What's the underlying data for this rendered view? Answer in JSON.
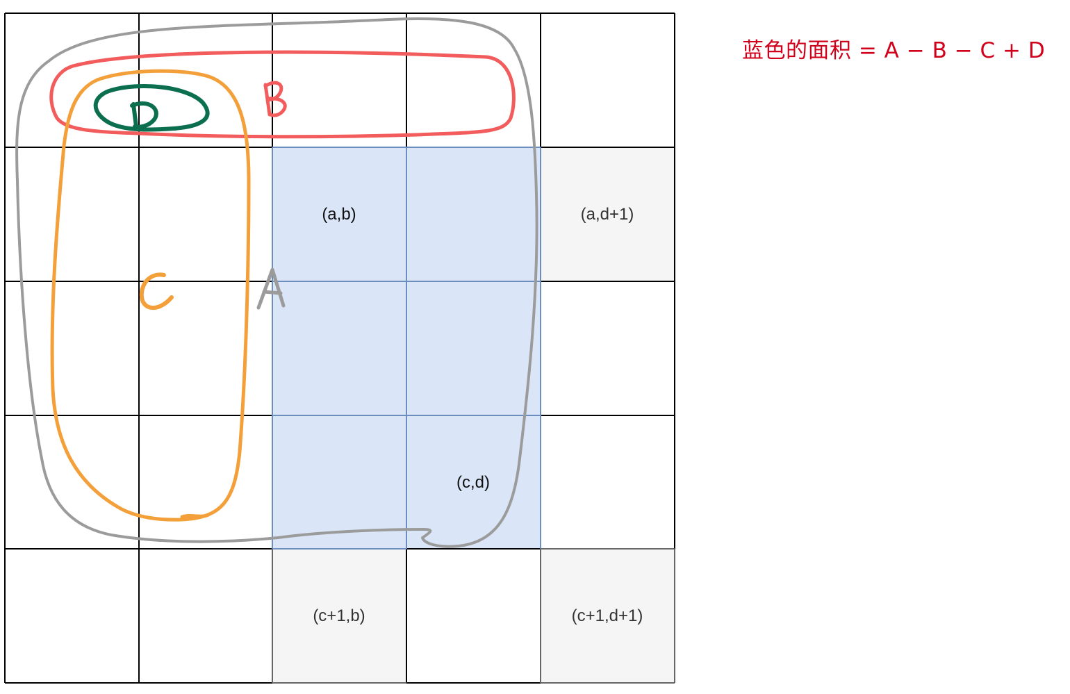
{
  "formula": "蓝色的面积 = A − B − C + D",
  "cell_labels": {
    "ab": "(a,b)",
    "ad1": "(a,d+1)",
    "cd": "(c,d)",
    "c1b": "(c+1,b)",
    "c1d1": "(c+1,d+1)"
  },
  "region_letters": {
    "A": "A",
    "B": "B",
    "C": "C",
    "D": "D"
  },
  "colors": {
    "blue_fill": "#dae6f7",
    "blue_border": "#6c8ebf",
    "gray_fill": "#f5f5f5",
    "gray_border": "#666666",
    "grid_line": "#000000",
    "region_A": "#9b9b9b",
    "region_B": "#f25c5c",
    "region_C": "#f4a03a",
    "region_D": "#0b6e4f",
    "formula": "#d0021b"
  },
  "grid": {
    "rows": 5,
    "cols": 5
  }
}
